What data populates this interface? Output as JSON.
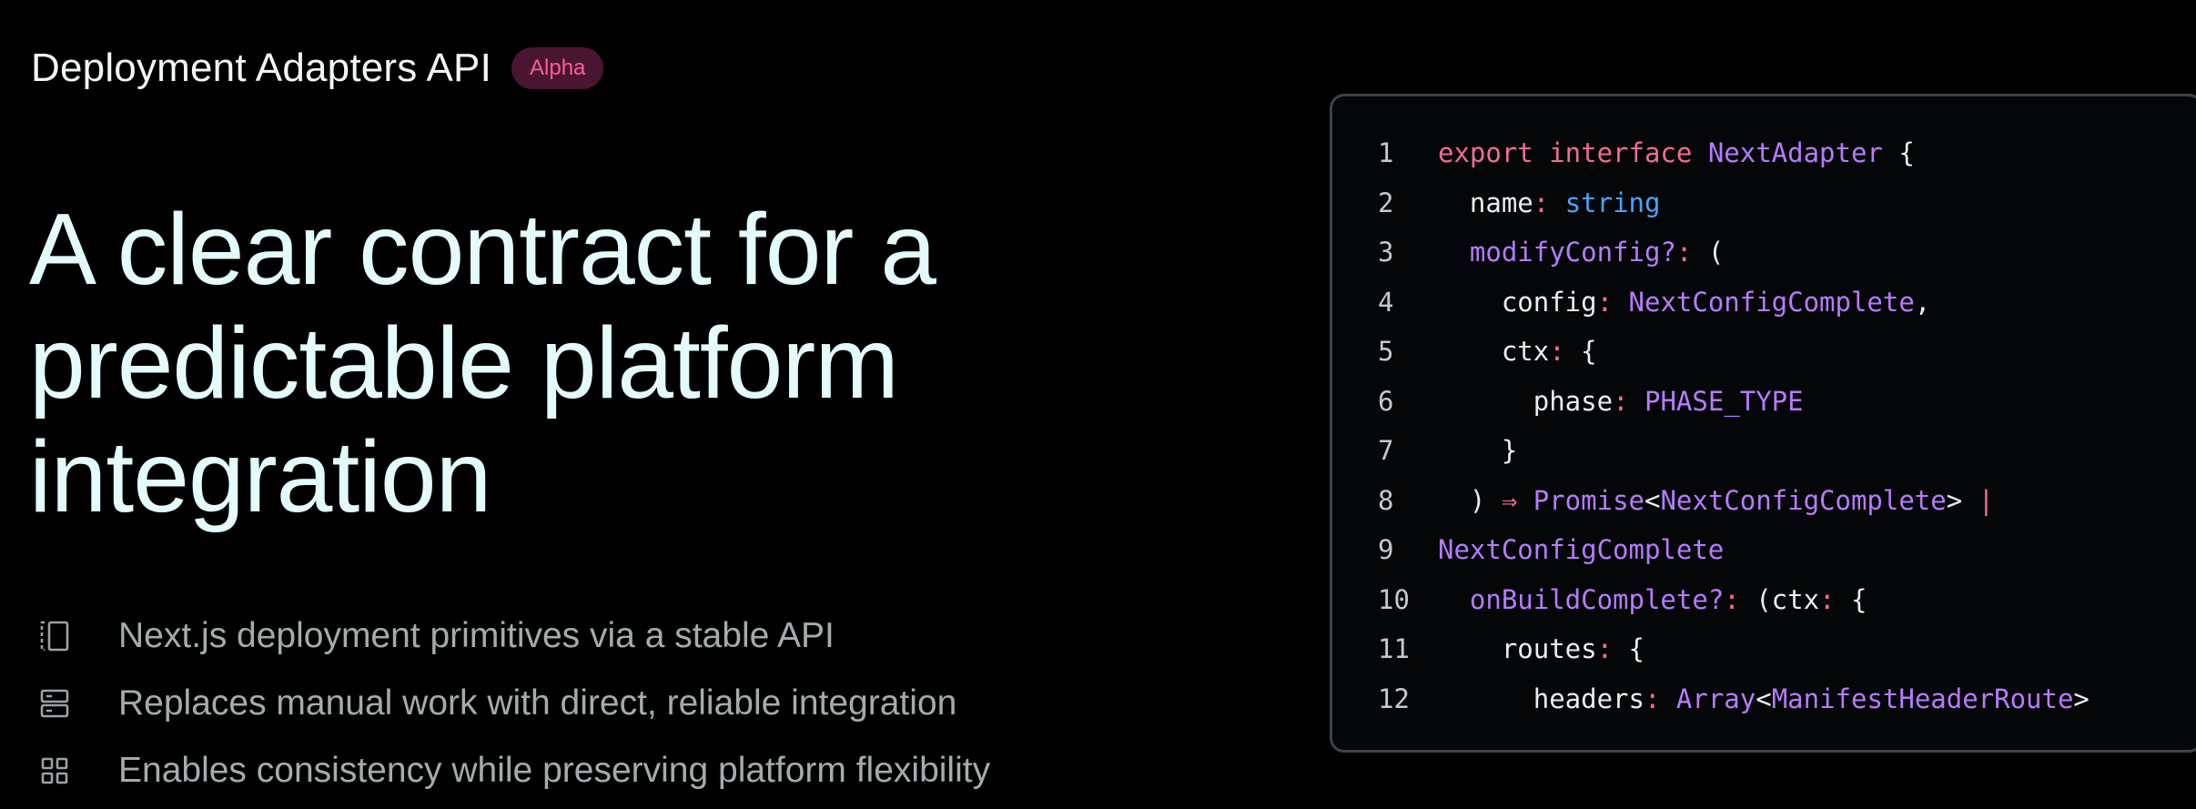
{
  "header": {
    "title": "Deployment Adapters API",
    "badge": "Alpha"
  },
  "headline": {
    "lines": [
      "A clear contract for a",
      "predictable platform",
      "integration"
    ]
  },
  "features": [
    {
      "icon": "device-icon",
      "text": "Next.js deployment primitives via a stable API"
    },
    {
      "icon": "server-icon",
      "text": "Replaces manual work with direct, reliable integration"
    },
    {
      "icon": "grid-icon",
      "text": "Enables consistency while preserving platform flexibility"
    }
  ],
  "code": {
    "line_numbers": [
      "1",
      "2",
      "3",
      "4",
      "5",
      "6",
      "7",
      "8",
      "9",
      "10",
      "11",
      "12"
    ],
    "lines": [
      [
        {
          "t": "export interface ",
          "c": "k"
        },
        {
          "t": "NextAdapter",
          "c": "p"
        },
        {
          "t": " {",
          "c": ""
        }
      ],
      [
        {
          "t": "  name",
          "c": ""
        },
        {
          "t": ": ",
          "c": "o"
        },
        {
          "t": "string",
          "c": "b"
        }
      ],
      [
        {
          "t": "  ",
          "c": ""
        },
        {
          "t": "modifyConfig?",
          "c": "p"
        },
        {
          "t": ": ",
          "c": "o"
        },
        {
          "t": "(",
          "c": ""
        }
      ],
      [
        {
          "t": "    config",
          "c": ""
        },
        {
          "t": ": ",
          "c": "o"
        },
        {
          "t": "NextConfigComplete",
          "c": "p"
        },
        {
          "t": ",",
          "c": ""
        }
      ],
      [
        {
          "t": "    ctx",
          "c": ""
        },
        {
          "t": ": ",
          "c": "o"
        },
        {
          "t": "{",
          "c": ""
        }
      ],
      [
        {
          "t": "      phase",
          "c": ""
        },
        {
          "t": ": ",
          "c": "o"
        },
        {
          "t": "PHASE_TYPE",
          "c": "p"
        }
      ],
      [
        {
          "t": "    }",
          "c": ""
        }
      ],
      [
        {
          "t": "  ) ",
          "c": ""
        },
        {
          "t": "⇒ ",
          "c": "k"
        },
        {
          "t": "Promise",
          "c": "p"
        },
        {
          "t": "<",
          "c": ""
        },
        {
          "t": "NextConfigComplete",
          "c": "p"
        },
        {
          "t": "> ",
          "c": ""
        },
        {
          "t": "|",
          "c": "k"
        }
      ],
      [
        {
          "t": "NextConfigComplete",
          "c": "p"
        }
      ],
      [
        {
          "t": "  ",
          "c": ""
        },
        {
          "t": "onBuildComplete?",
          "c": "p"
        },
        {
          "t": ": ",
          "c": "o"
        },
        {
          "t": "(ctx",
          "c": ""
        },
        {
          "t": ": ",
          "c": "o"
        },
        {
          "t": "{",
          "c": ""
        }
      ],
      [
        {
          "t": "    routes",
          "c": ""
        },
        {
          "t": ": ",
          "c": "o"
        },
        {
          "t": "{",
          "c": ""
        }
      ],
      [
        {
          "t": "      headers",
          "c": ""
        },
        {
          "t": ": ",
          "c": "o"
        },
        {
          "t": "Array",
          "c": "p"
        },
        {
          "t": "<",
          "c": ""
        },
        {
          "t": "ManifestHeaderRoute",
          "c": "p"
        },
        {
          "t": ">",
          "c": ""
        }
      ]
    ]
  }
}
